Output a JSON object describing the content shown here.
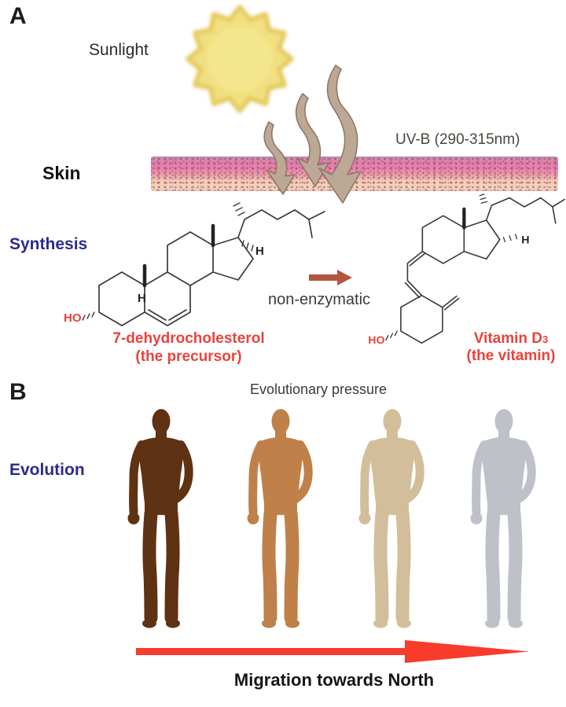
{
  "figure": {
    "panel_a": {
      "label": "A",
      "sunlight": "Sunlight",
      "uvb": "UV-B (290-315nm)",
      "skin": "Skin",
      "synthesis": "Synthesis",
      "reaction": "non-enzymatic",
      "precursor": {
        "ho": "HO",
        "h": "H",
        "name": "7-dehydrocholesterol",
        "subtitle": "(the precursor)"
      },
      "vitamin": {
        "ho": "HO",
        "h": "H",
        "name": "Vitamin D",
        "subscript": "3",
        "subtitle": "(the vitamin)"
      }
    },
    "panel_b": {
      "label": "B",
      "pressure": "Evolutionary pressure",
      "evolution": "Evolution",
      "migration": "Migration towards North",
      "skin_tones": [
        "#5F3213",
        "#BF8049",
        "#D3BE9B",
        "#BEC1C8"
      ]
    },
    "colors": {
      "accent_blue": "#2B2B8E",
      "red_text": "#E8433C",
      "uv_text": "#4C463F",
      "uv_arrow_fill": "#BDA795",
      "uv_arrow_stroke": "#8F7868",
      "reaction_arrow": "#B2573C",
      "migration_arrow": "#F93B2B",
      "sun_fill": "#F0E081",
      "sun_edge": "#E5CB60"
    }
  }
}
